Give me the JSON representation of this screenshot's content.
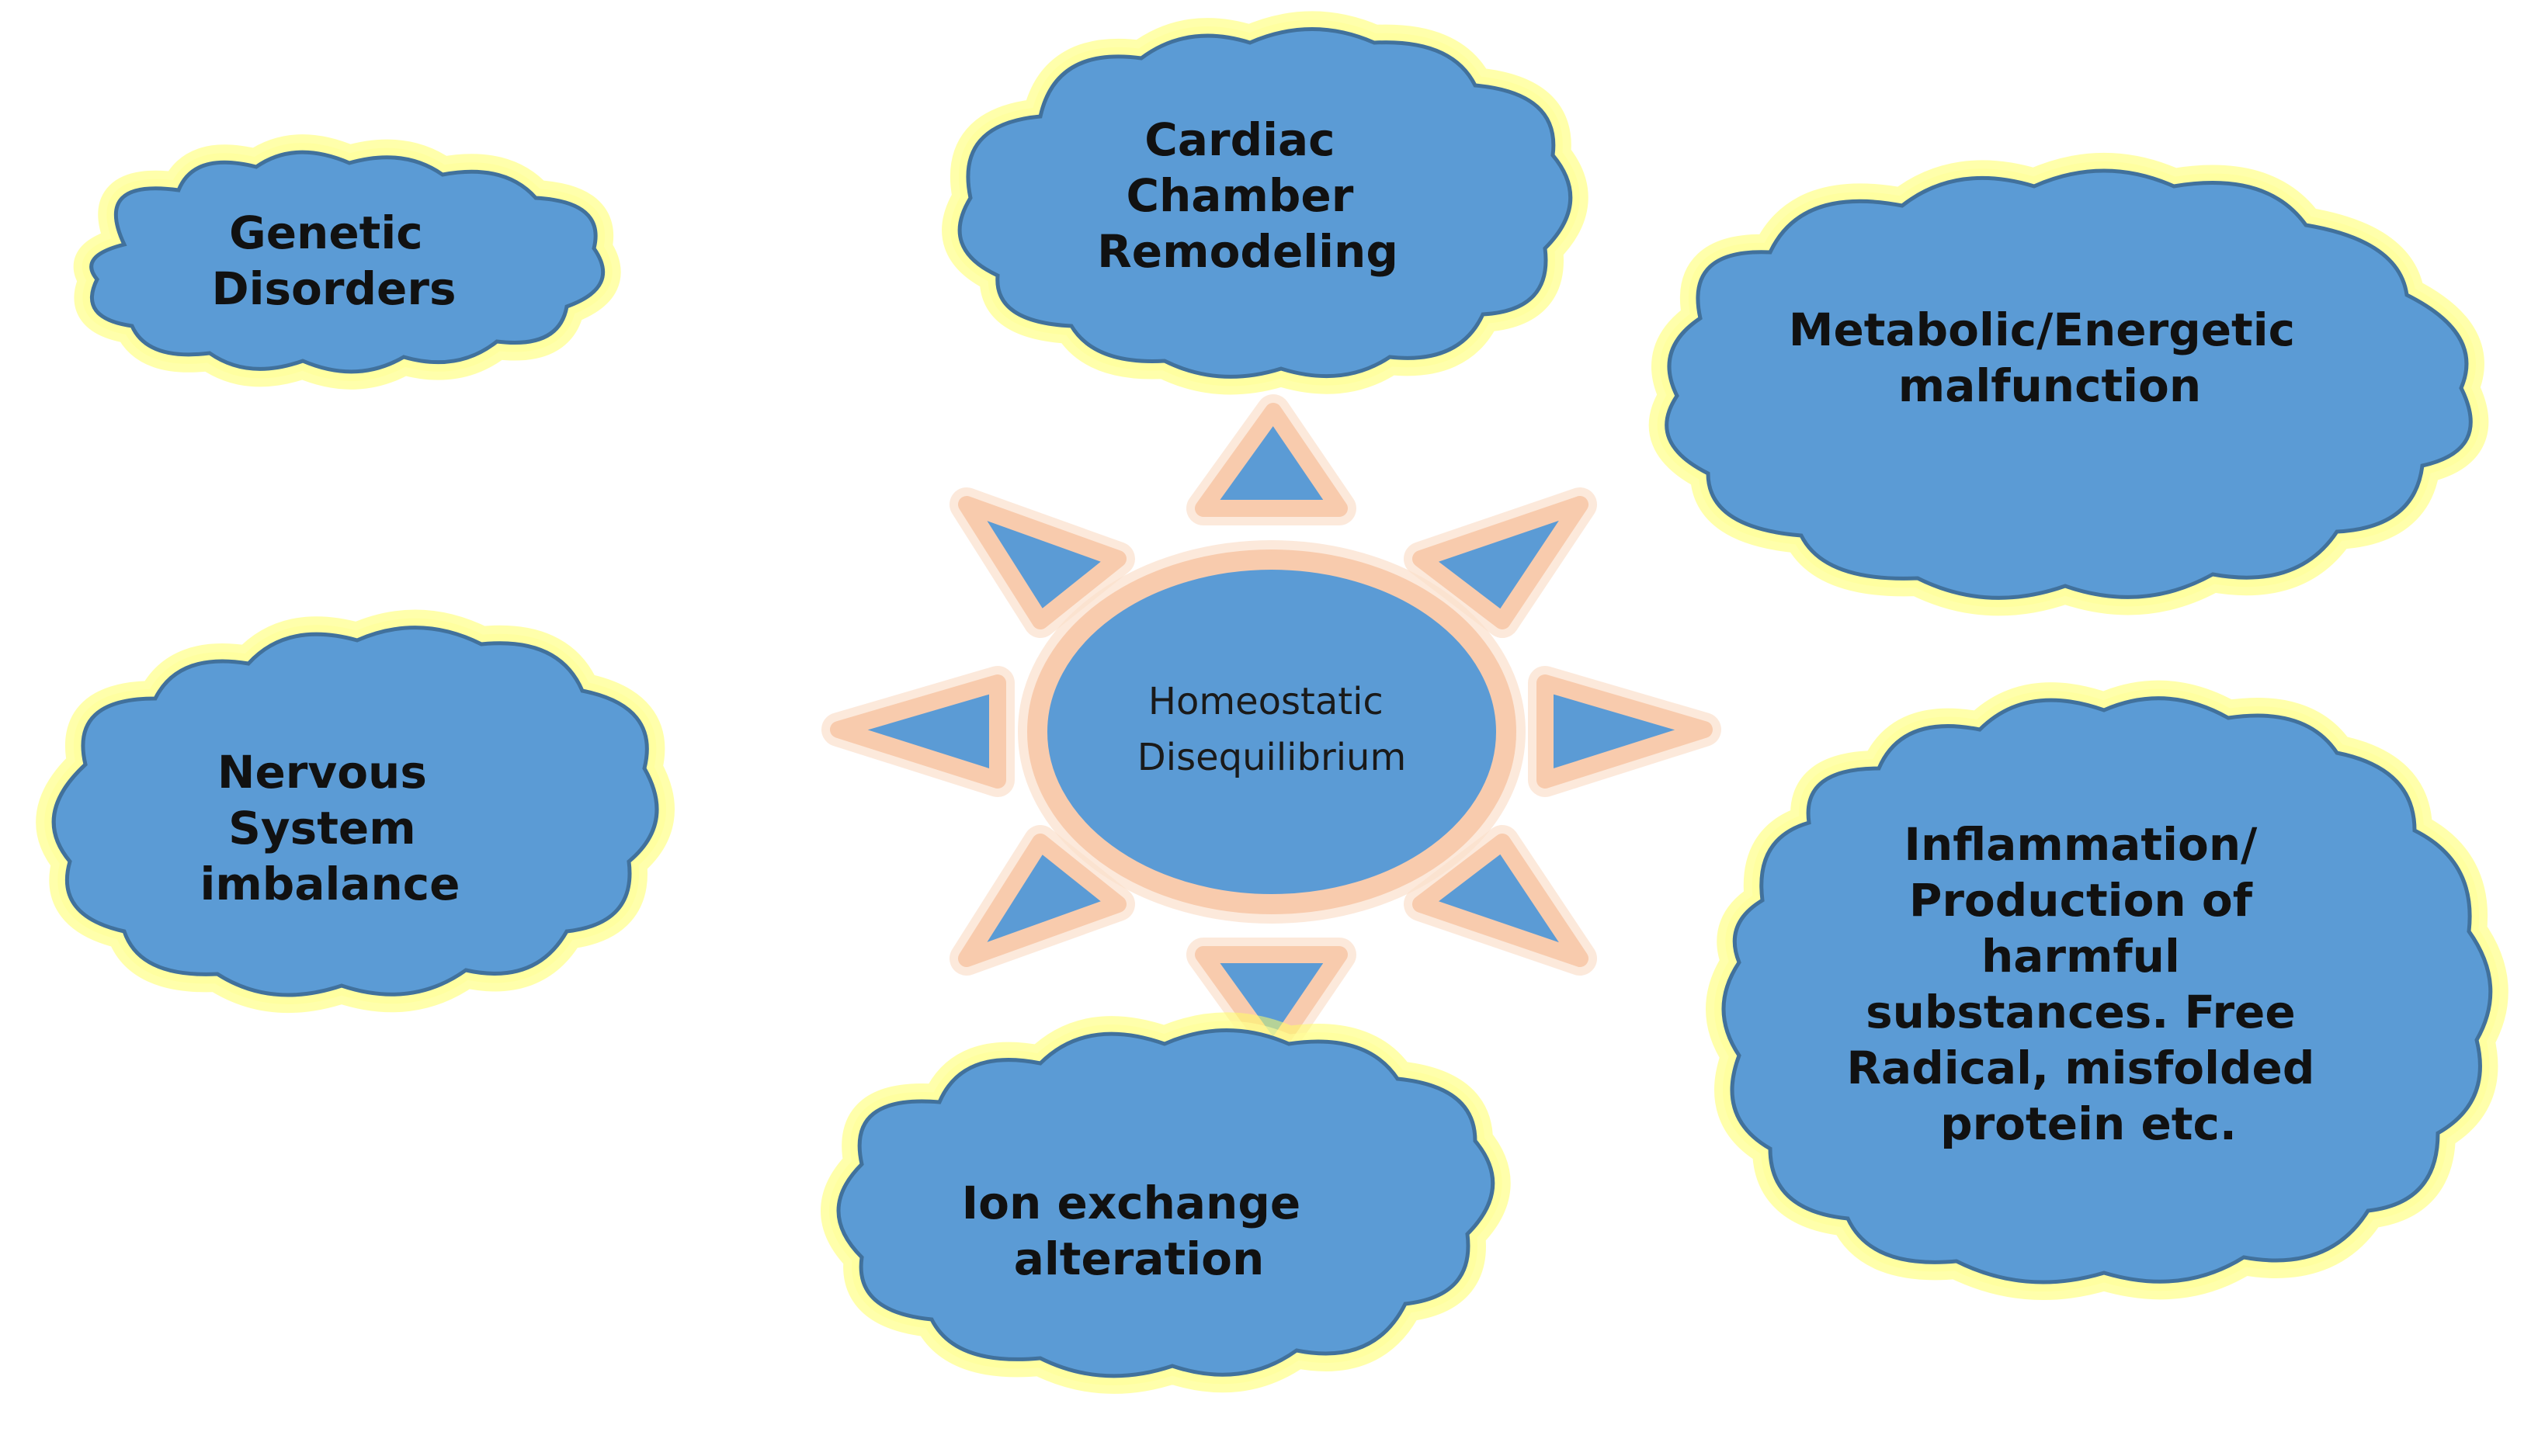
{
  "center": {
    "lines": [
      "Homeostatic",
      "Disequilibrium"
    ]
  },
  "factors": [
    {
      "id": "genetic",
      "lines": [
        "Genetic",
        "Disorders"
      ]
    },
    {
      "id": "cardiac",
      "lines": [
        "Cardiac",
        "Chamber",
        "Remodeling"
      ]
    },
    {
      "id": "metabolic",
      "lines": [
        "Metabolic/Energetic",
        "malfunction"
      ]
    },
    {
      "id": "nervous",
      "lines": [
        "Nervous",
        "System",
        "imbalance"
      ]
    },
    {
      "id": "ion",
      "lines": [
        "Ion exchange",
        "alteration"
      ]
    },
    {
      "id": "inflammation",
      "lines": [
        "Inflammation/",
        "Production of",
        "harmful",
        "substances. Free",
        "Radical, misfolded",
        "protein etc."
      ]
    }
  ],
  "colors": {
    "cloud_fill": "#5b9bd5",
    "cloud_glow": "#ffff66",
    "sun_outline": "#f8cbad",
    "text": "#111111"
  }
}
